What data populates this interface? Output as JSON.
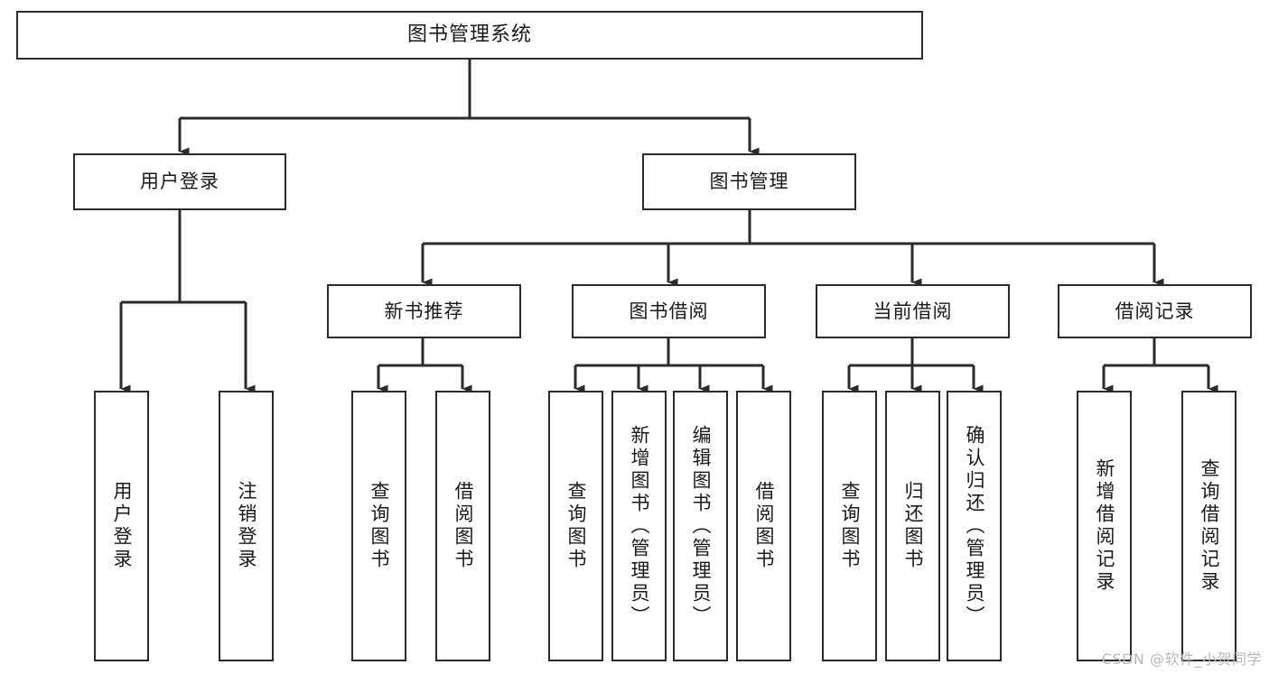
{
  "diagram": {
    "title": "图书管理系统",
    "type": "tree-hierarchy",
    "watermark": "CSDN @软件_小贺同学",
    "colors": {
      "box_border": "#2b2b2b",
      "box_fill": "#ffffff",
      "edge": "#2b2b2b",
      "text": "#1a1a1a",
      "watermark": "#b8b8b8"
    },
    "nodes": {
      "root": {
        "label": "图书管理系统"
      },
      "level2": [
        {
          "label": "用户登录"
        },
        {
          "label": "图书管理"
        }
      ],
      "level3": [
        {
          "label": "新书推荐"
        },
        {
          "label": "图书借阅"
        },
        {
          "label": "当前借阅"
        },
        {
          "label": "借阅记录"
        }
      ],
      "leaves": {
        "user_login": [
          {
            "label": "用户登录"
          },
          {
            "label": "注销登录"
          }
        ],
        "new_book_rec": [
          {
            "label": "查询图书"
          },
          {
            "label": "借阅图书"
          }
        ],
        "book_borrow": [
          {
            "label": "查询图书"
          },
          {
            "label": "新增图书（管理员）"
          },
          {
            "label": "编辑图书（管理员）"
          },
          {
            "label": "借阅图书"
          }
        ],
        "current_borrow": [
          {
            "label": "查询图书"
          },
          {
            "label": "归还图书"
          },
          {
            "label": "确认归还（管理员）"
          }
        ],
        "borrow_record": [
          {
            "label": "新增借阅记录"
          },
          {
            "label": "查询借阅记录"
          }
        ]
      }
    }
  }
}
